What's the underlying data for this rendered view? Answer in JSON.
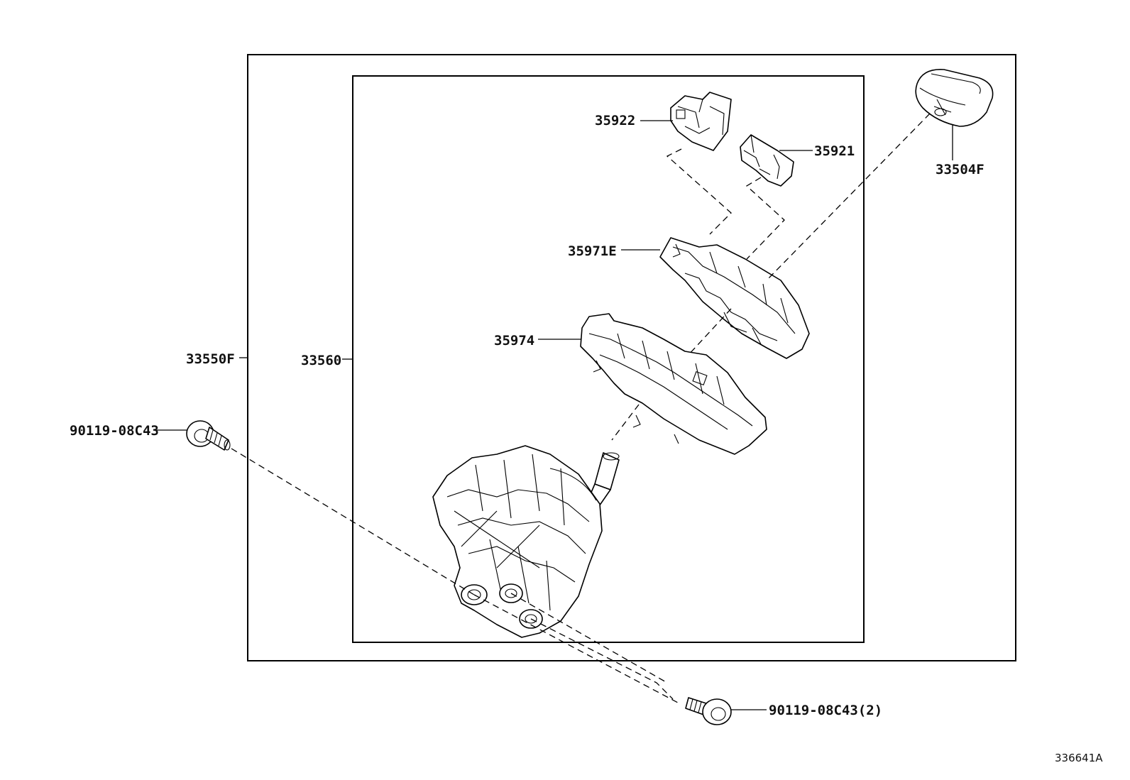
{
  "diagram": {
    "parts": {
      "p33550F": "33550F",
      "p33560": "33560",
      "p35922": "35922",
      "p35921": "35921",
      "p33504F": "33504F",
      "p35971E": "35971E",
      "p35974": "35974",
      "bolt_left": "90119-08C43",
      "bolt_right": "90119-08C43(2)"
    },
    "reference_code": "336641A"
  }
}
